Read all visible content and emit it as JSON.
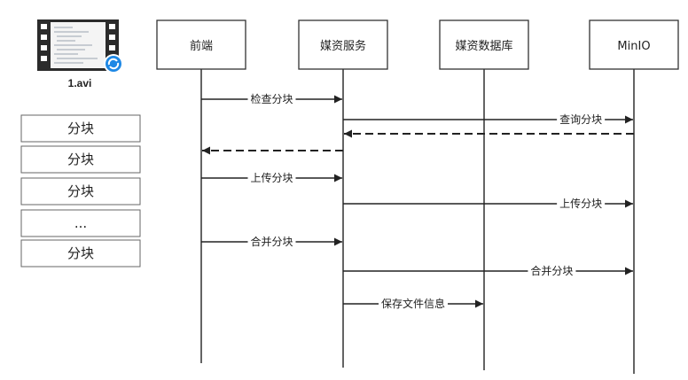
{
  "file": {
    "name": "1.avi",
    "icon": "video-file-icon",
    "badge_icon": "cloud-sync-icon"
  },
  "chunks": [
    "分块",
    "分块",
    "分块",
    "...",
    "分块"
  ],
  "actors": [
    "前端",
    "媒资服务",
    "媒资数据库",
    "MinIO"
  ],
  "messages": [
    {
      "label": "检查分块",
      "from": 0,
      "to": 1,
      "style": "solid"
    },
    {
      "label": "查询分块",
      "from": 1,
      "to": 3,
      "style": "solid"
    },
    {
      "label": "",
      "from": 3,
      "to": 1,
      "style": "dashed"
    },
    {
      "label": "",
      "from": 1,
      "to": 0,
      "style": "dashed"
    },
    {
      "label": "上传分块",
      "from": 0,
      "to": 1,
      "style": "solid"
    },
    {
      "label": "上传分块",
      "from": 1,
      "to": 3,
      "style": "solid"
    },
    {
      "label": "合并分块",
      "from": 0,
      "to": 1,
      "style": "solid"
    },
    {
      "label": "合并分块",
      "from": 1,
      "to": 3,
      "style": "solid"
    },
    {
      "label": "保存文件信息",
      "from": 1,
      "to": 2,
      "style": "solid"
    }
  ],
  "colors": {
    "line": "#222222",
    "box_border": "#333333",
    "chunk_border": "#666666",
    "badge": "#1e88e5"
  }
}
